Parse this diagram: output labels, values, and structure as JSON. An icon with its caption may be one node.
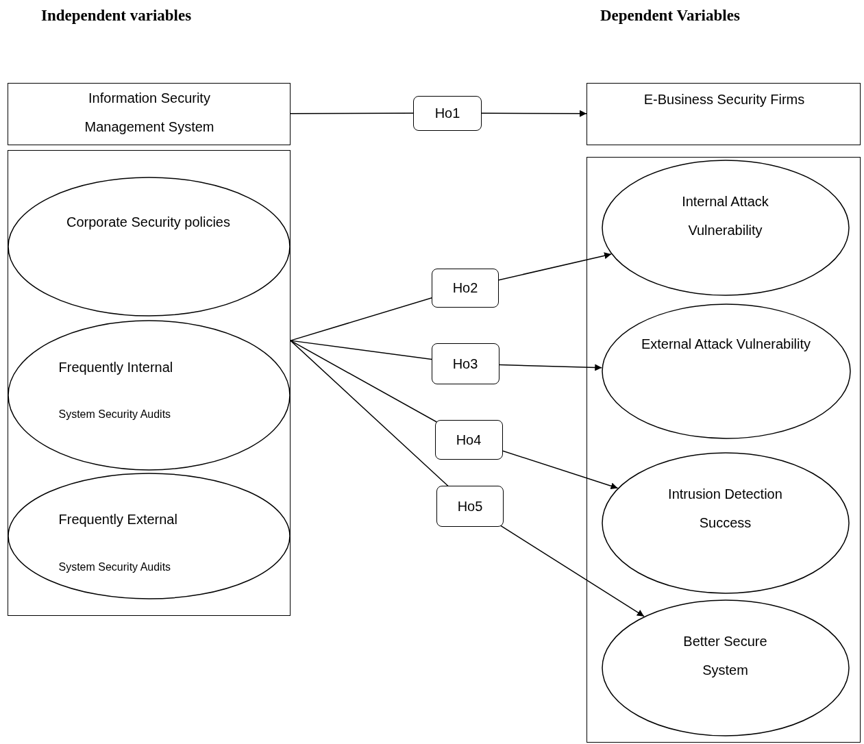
{
  "diagram": {
    "nodes": [
      {
        "text": [
          "Information Security Management System"
        ]
      },
      {
        "text": [
          "E-Business Security Firms"
        ]
      },
      {
        "text": [],
        "shape": "box"
      },
      {
        "text": [
          "Corporate Security policies"
        ],
        "in": 2
      },
      {
        "text": [
          "Frequently Internal",
          "System Security Audits"
        ],
        "in": 2
      },
      {
        "text": [
          "Frequently External",
          "System Security Audits"
        ],
        "in": 2
      },
      {
        "text": [],
        "shape": "box"
      },
      {
        "text": [
          "Internal Attack Vulnerability"
        ],
        "in": 6
      },
      {
        "text": [
          "External Attack Vulnerability"
        ],
        "in": 6
      },
      {
        "text": [
          "Intrusion Detection Success"
        ],
        "in": 6
      },
      {
        "text": [
          "Better Secure System"
        ],
        "in": 6
      }
    ],
    "edges": [
      {
        "from": 0,
        "to": 1,
        "arrow": "to",
        "label": "Ho1"
      },
      {
        "from": 2,
        "to": 7,
        "arrow": "to",
        "label": "Ho2"
      },
      {
        "from": 2,
        "to": 8,
        "arrow": "to",
        "label": "Ho3"
      },
      {
        "from": 2,
        "to": 9,
        "arrow": "to",
        "label": "Ho4"
      },
      {
        "from": 2,
        "to": 10,
        "arrow": "to",
        "label": "Ho5"
      }
    ],
    "labels": [
      "Independent variables",
      "Dependent Variables"
    ]
  }
}
